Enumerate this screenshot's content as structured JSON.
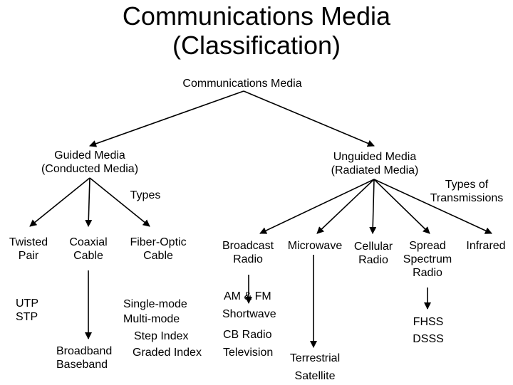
{
  "title": {
    "line1": "Communications Media",
    "line2": "(Classification)"
  },
  "root": "Communications Media",
  "guided": {
    "line1": "Guided Media",
    "line2": "(Conducted Media)",
    "types_label": "Types"
  },
  "unguided": {
    "line1": "Unguided Media",
    "line2": "(Radiated Media)",
    "types_label_1": "Types of",
    "types_label_2": "Transmissions"
  },
  "twisted_pair": {
    "line1": "Twisted",
    "line2": "Pair",
    "sub1": "UTP",
    "sub2": "STP"
  },
  "coaxial": {
    "line1": "Coaxial",
    "line2": "Cable",
    "sub1": "Broadband",
    "sub2": "Baseband"
  },
  "fiber": {
    "line1": "Fiber-Optic",
    "line2": "Cable",
    "sub1": "Single-mode",
    "sub2": "Multi-mode",
    "sub3": "Step Index",
    "sub4": "Graded Index"
  },
  "broadcast": {
    "line1": "Broadcast",
    "line2": "Radio",
    "sub1": "AM & FM",
    "sub2": "Shortwave",
    "sub3": "CB Radio",
    "sub4": "Television"
  },
  "microwave": {
    "line1": "Microwave",
    "sub1": "Terrestrial",
    "sub2": "Satellite"
  },
  "cellular": {
    "line1": "Cellular",
    "line2": "Radio"
  },
  "spread": {
    "line1": "Spread",
    "line2": "Spectrum",
    "line3": "Radio",
    "sub1": "FHSS",
    "sub2": "DSSS"
  },
  "infrared": {
    "line1": "Infrared"
  }
}
